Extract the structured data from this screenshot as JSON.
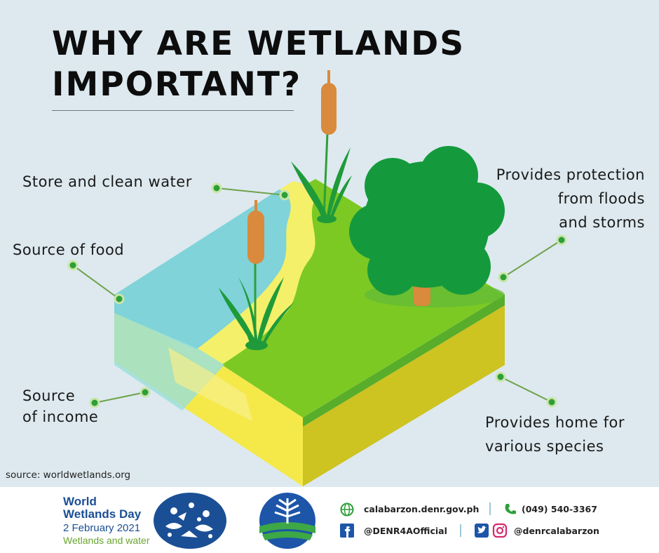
{
  "header": {
    "title_line1": "WHY ARE WETLANDS",
    "title_line2": "IMPORTANT?"
  },
  "benefits": {
    "store_water": "Store and clean water",
    "food": "Source of food",
    "income_line1": "Source",
    "income_line2": "of income",
    "protection_line1": "Provides protection",
    "protection_line2": "from floods",
    "protection_line3": "and storms",
    "home_line1": "Provides home for",
    "home_line2": "various species"
  },
  "source_note": "source: worldwetlands.org",
  "footer": {
    "event": {
      "name_line1": "World",
      "name_line2": "Wetlands Day",
      "date": "2 February 2021",
      "theme": "Wetlands and water"
    },
    "website": "calabarzon.denr.gov.ph",
    "phone": "(049) 540-3367",
    "facebook": "@DENR4AOfficial",
    "social": "@denrcalabarzon"
  },
  "colors": {
    "background": "#dde9ef",
    "water": "#7fd3d9",
    "sand": "#f4f06a",
    "grass": "#7cc924",
    "soil_front": "#f5e94a",
    "soil_side": "#cdc321",
    "tree": "#149a3c",
    "cattail": "#d98a3c",
    "leader_dot": "#2e9f38"
  }
}
